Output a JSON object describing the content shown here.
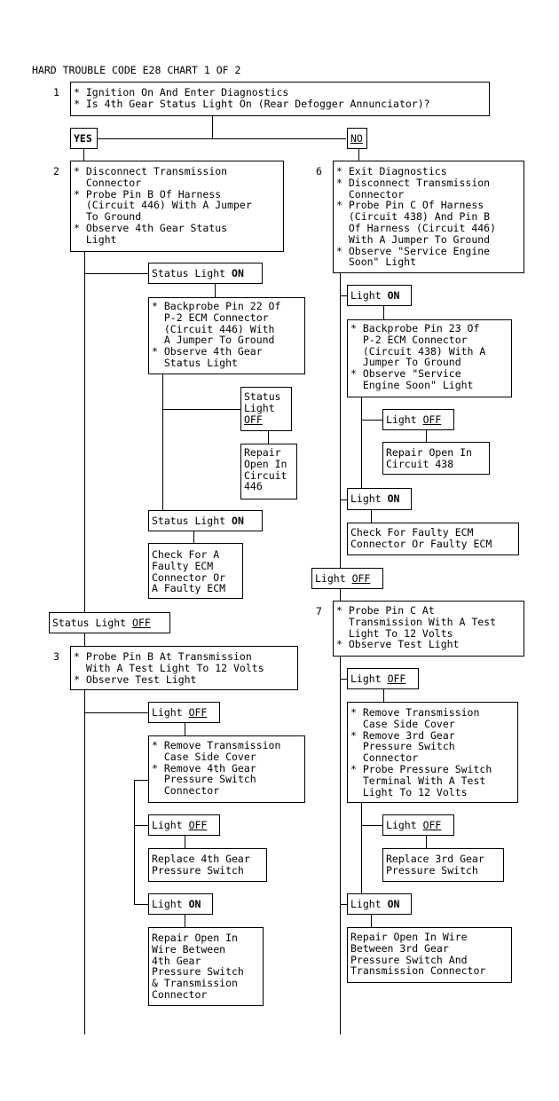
{
  "title": "HARD TROUBLE CODE E28 CHART 1 OF 2",
  "steps": {
    "s1": {
      "num": "1",
      "text": "* Ignition On And Enter Diagnostics\n* Is 4th Gear Status Light On (Rear Defogger Annunciator)?"
    },
    "s2": {
      "num": "2",
      "text": "* Disconnect Transmission\n  Connector\n* Probe Pin B Of Harness\n  (Circuit 446) With A Jumper\n  To Ground\n* Observe 4th Gear Status\n  Light"
    },
    "s6": {
      "num": "6",
      "text": "* Exit Diagnostics\n* Disconnect Transmission\n  Connector\n* Probe Pin C Of Harness\n  (Circuit 438) And Pin B\n  Of Harness (Circuit 446)\n  With A Jumper To Ground\n* Observe \"Service Engine\n  Soon\" Light"
    },
    "s3": {
      "num": "3",
      "text": "* Probe Pin B At Transmission\n  With A Test Light To 12 Volts\n* Observe Test Light"
    },
    "s7": {
      "num": "7",
      "text": "* Probe Pin C At\n  Transmission With A Test\n  Light To 12 Volts\n* Observe Test Light"
    }
  },
  "labels": {
    "yes": "YES",
    "no": "NO",
    "status_light": "Status Light",
    "status_light_br": "Status\nLight",
    "light": "Light",
    "on": "ON",
    "off": "OFF"
  },
  "boxes": {
    "backprobe22": "* Backprobe Pin 22 Of\n  P-2 ECM Connector\n  (Circuit 446) With\n  A Jumper To Ground\n* Observe 4th Gear\n  Status Light",
    "repair446": "Repair\nOpen In\nCircuit\n446",
    "check_ecm_left": "Check For A\nFaulty ECM\nConnector Or\nA Faulty ECM",
    "backprobe23": "* Backprobe Pin 23 Of\n  P-2 ECM Connector\n  (Circuit 438) With A\n  Jumper To Ground\n* Observe \"Service\n  Engine Soon\" Light",
    "repair438": "Repair Open In\nCircuit 438",
    "check_ecm_right": "Check For Faulty ECM\nConnector Or Faulty ECM",
    "remove4th": "* Remove Transmission\n  Case Side Cover\n* Remove 4th Gear\n  Pressure Switch\n  Connector",
    "replace4th": "Replace 4th Gear\nPressure Switch",
    "repair4th": "Repair Open In\nWire Between\n4th Gear\nPressure Switch\n& Transmission\nConnector",
    "remove3rd": "* Remove Transmission\n  Case Side Cover\n* Remove 3rd Gear\n  Pressure Switch\n  Connector\n* Probe Pressure Switch\n  Terminal With A Test\n  Light To 12 Volts",
    "replace3rd": "Replace 3rd Gear\nPressure Switch",
    "repair3rd": "Repair Open In Wire\nBetween 3rd Gear\nPressure Switch And\nTransmission Connector"
  }
}
